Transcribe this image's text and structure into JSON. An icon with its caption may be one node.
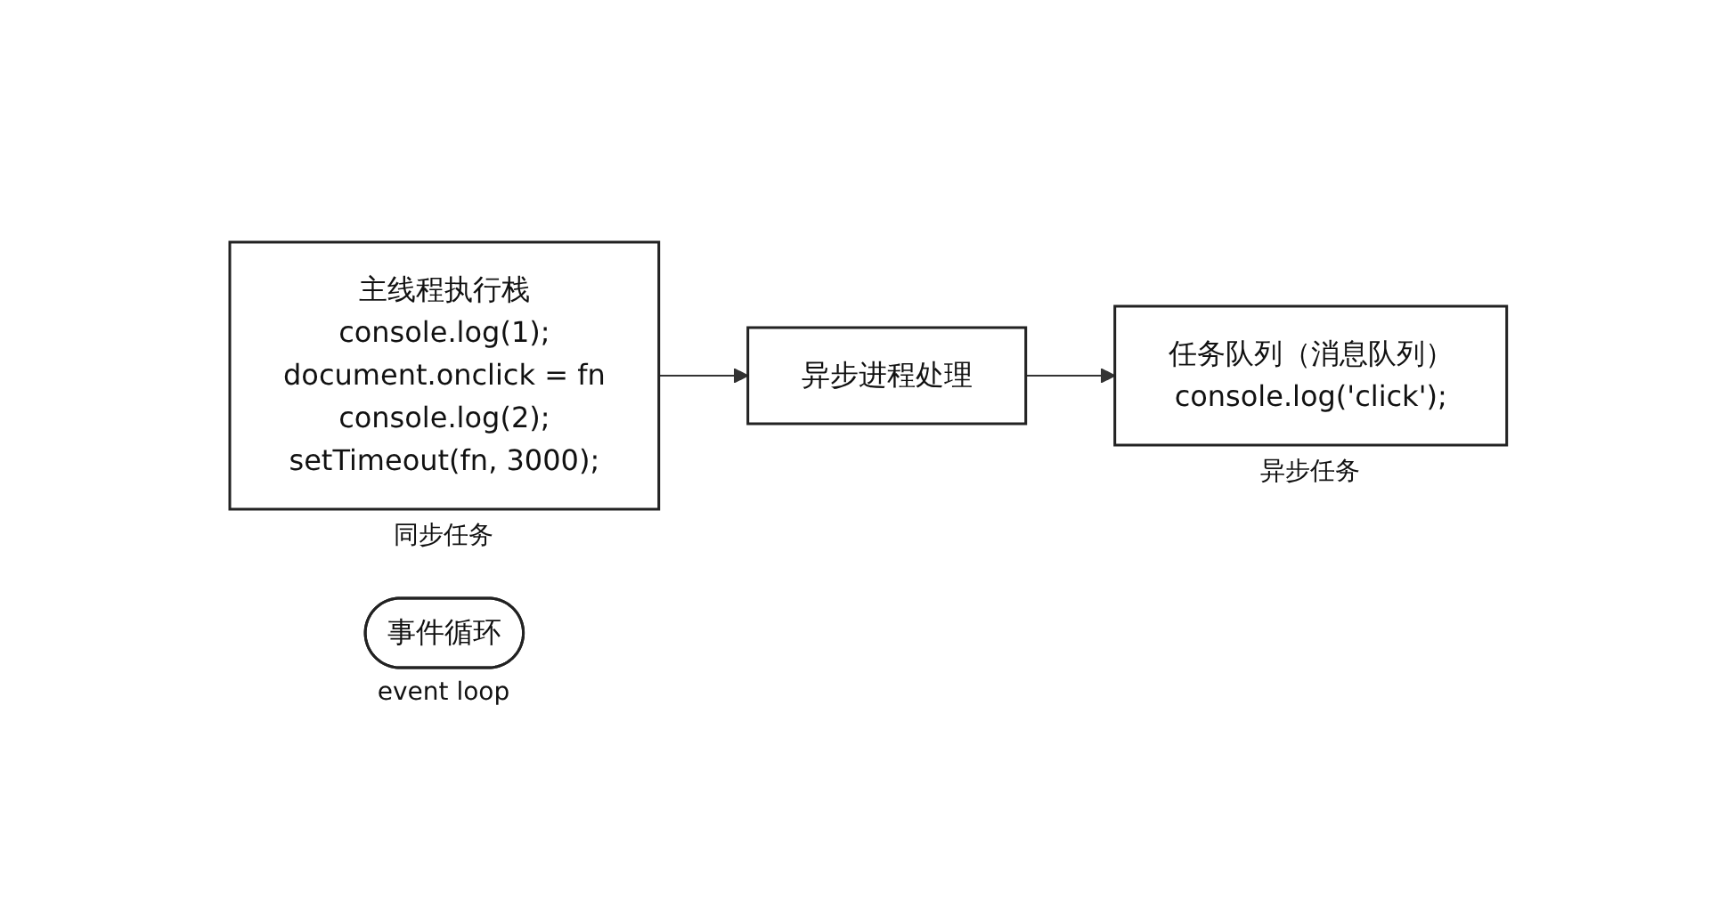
{
  "diagram": {
    "nodes": [
      {
        "text": [
          "主线程执行栈",
          "console.log(1);",
          "document.onclick = fn",
          "console.log(2);",
          "setTimeout(fn, 3000);"
        ],
        "beside": [
          "同步任务"
        ]
      },
      {
        "text": [
          "异步进程处理"
        ]
      },
      {
        "text": [
          "任务队列（消息队列）",
          "console.log('click');"
        ],
        "beside": [
          "异步任务"
        ]
      },
      {
        "text": [
          "事件循环"
        ],
        "beside": [
          "event loop"
        ]
      }
    ],
    "edges": [
      {
        "from": 0,
        "to": 1,
        "arrow": "to"
      },
      {
        "from": 1,
        "to": 2,
        "arrow": "to"
      }
    ]
  }
}
